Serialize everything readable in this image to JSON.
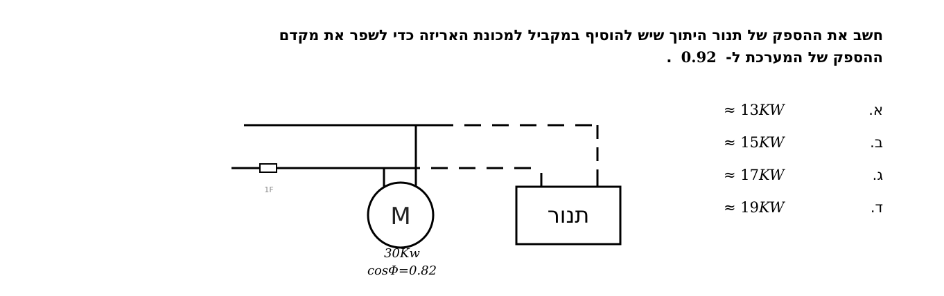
{
  "question": {
    "line1": "חשב את ההספק של תנור היתוך שיש להוסיף במקביל למכונת האריזה כדי לשפר את מקדם",
    "line2_prefix": "ההספק של המערכת ל-",
    "line2_value": "0.92",
    "line2_suffix": "."
  },
  "answers": [
    {
      "letter": "א.",
      "approx": "≈ 13",
      "unit": "KW"
    },
    {
      "letter": "ב.",
      "approx": "≈ 15",
      "unit": "KW"
    },
    {
      "letter": "ג.",
      "approx": "≈ 17",
      "unit": "KW"
    },
    {
      "letter": "ד.",
      "approx": "≈ 19",
      "unit": "KW"
    }
  ],
  "diagram": {
    "fuse_label": "1F",
    "motor_symbol": "M",
    "motor_power": "30Kw",
    "motor_pf": "cosΦ=0.82",
    "oven_label": "תנור"
  }
}
